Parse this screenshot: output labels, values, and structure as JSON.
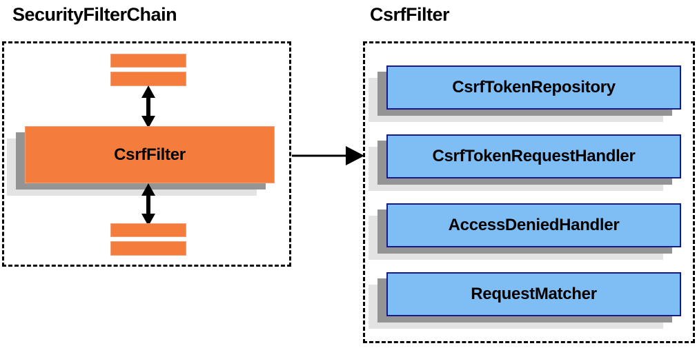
{
  "panels": [
    {
      "id": "security-filter-chain",
      "title": "SecurityFilterChain",
      "kind": "dashed-group",
      "bars_above": 2,
      "bars_below": 2,
      "main_box": {
        "label": "CsrfFilter",
        "color": "#f47c3c"
      },
      "arrows": [
        {
          "name": "double-arrow-above-csrf-filter",
          "direction": "both"
        },
        {
          "name": "double-arrow-below-csrf-filter",
          "direction": "both"
        }
      ]
    },
    {
      "id": "csrf-filter-detail",
      "title": "CsrfFilter",
      "kind": "dashed-group",
      "items": [
        {
          "label": "CsrfTokenRepository"
        },
        {
          "label": "CsrfTokenRequestHandler"
        },
        {
          "label": "AccessDeniedHandler"
        },
        {
          "label": "RequestMatcher"
        }
      ]
    }
  ],
  "connector": {
    "name": "csrf-filter-expansion-arrow",
    "direction": "right",
    "from": "SecurityFilterChain",
    "to": "CsrfFilter"
  },
  "colors": {
    "orange_fill": "#f47c3c",
    "orange_border": "#f1a07a",
    "blue_fill": "#7fbef5",
    "blue_border": "#16188c",
    "shadow_near": "#949494",
    "shadow_far": "#e3e3e3",
    "outline": "#000000",
    "background": "#ffffff"
  }
}
